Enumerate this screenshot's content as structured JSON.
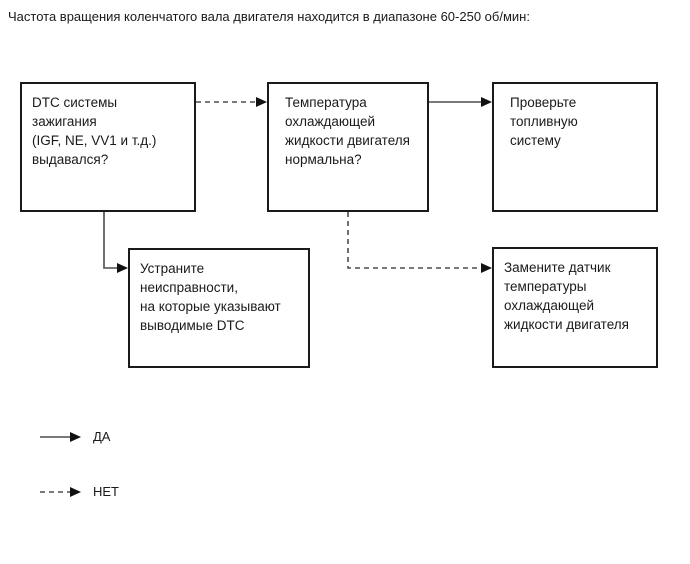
{
  "title": "Частота вращения коленчатого вала двигателя находится в диапазоне 60-250 об/мин:",
  "flowchart": {
    "boxes": [
      {
        "id": "dtc-ignition-question",
        "label": "DTC системы зажигания\n(IGF, NE, VV1 и т.д.)\nвыдавался?"
      },
      {
        "id": "coolant-temp-question",
        "label": "Температура\nохлаждающей\nжидкости двигателя\nнормальна?"
      },
      {
        "id": "check-fuel-system",
        "label": "Проверьте топливную\nсистему"
      },
      {
        "id": "fix-dtc-faults",
        "label": "Устраните неисправности,\nна которые указывают\nвыводимые DTC"
      },
      {
        "id": "replace-coolant-sensor",
        "label": "Замените датчик\nтемпературы\nохлаждающей\nжидкости двигателя"
      }
    ],
    "connections": [
      {
        "from": "dtc-ignition-question",
        "to": "coolant-temp-question",
        "answer": "НЕТ",
        "style": "dashed"
      },
      {
        "from": "coolant-temp-question",
        "to": "check-fuel-system",
        "answer": "ДА",
        "style": "solid"
      },
      {
        "from": "dtc-ignition-question",
        "to": "fix-dtc-faults",
        "answer": "ДА",
        "style": "solid"
      },
      {
        "from": "coolant-temp-question",
        "to": "replace-coolant-sensor",
        "answer": "НЕТ",
        "style": "dashed"
      }
    ]
  },
  "legend": {
    "items": [
      {
        "label": "ДА",
        "style": "solid"
      },
      {
        "label": "НЕТ",
        "style": "dashed"
      }
    ]
  },
  "colors": {
    "background": "#ffffff",
    "box_border": "#1a1a1a",
    "text": "#1a1a1a",
    "connector": "#4d4d4d",
    "arrowhead": "#111111"
  }
}
